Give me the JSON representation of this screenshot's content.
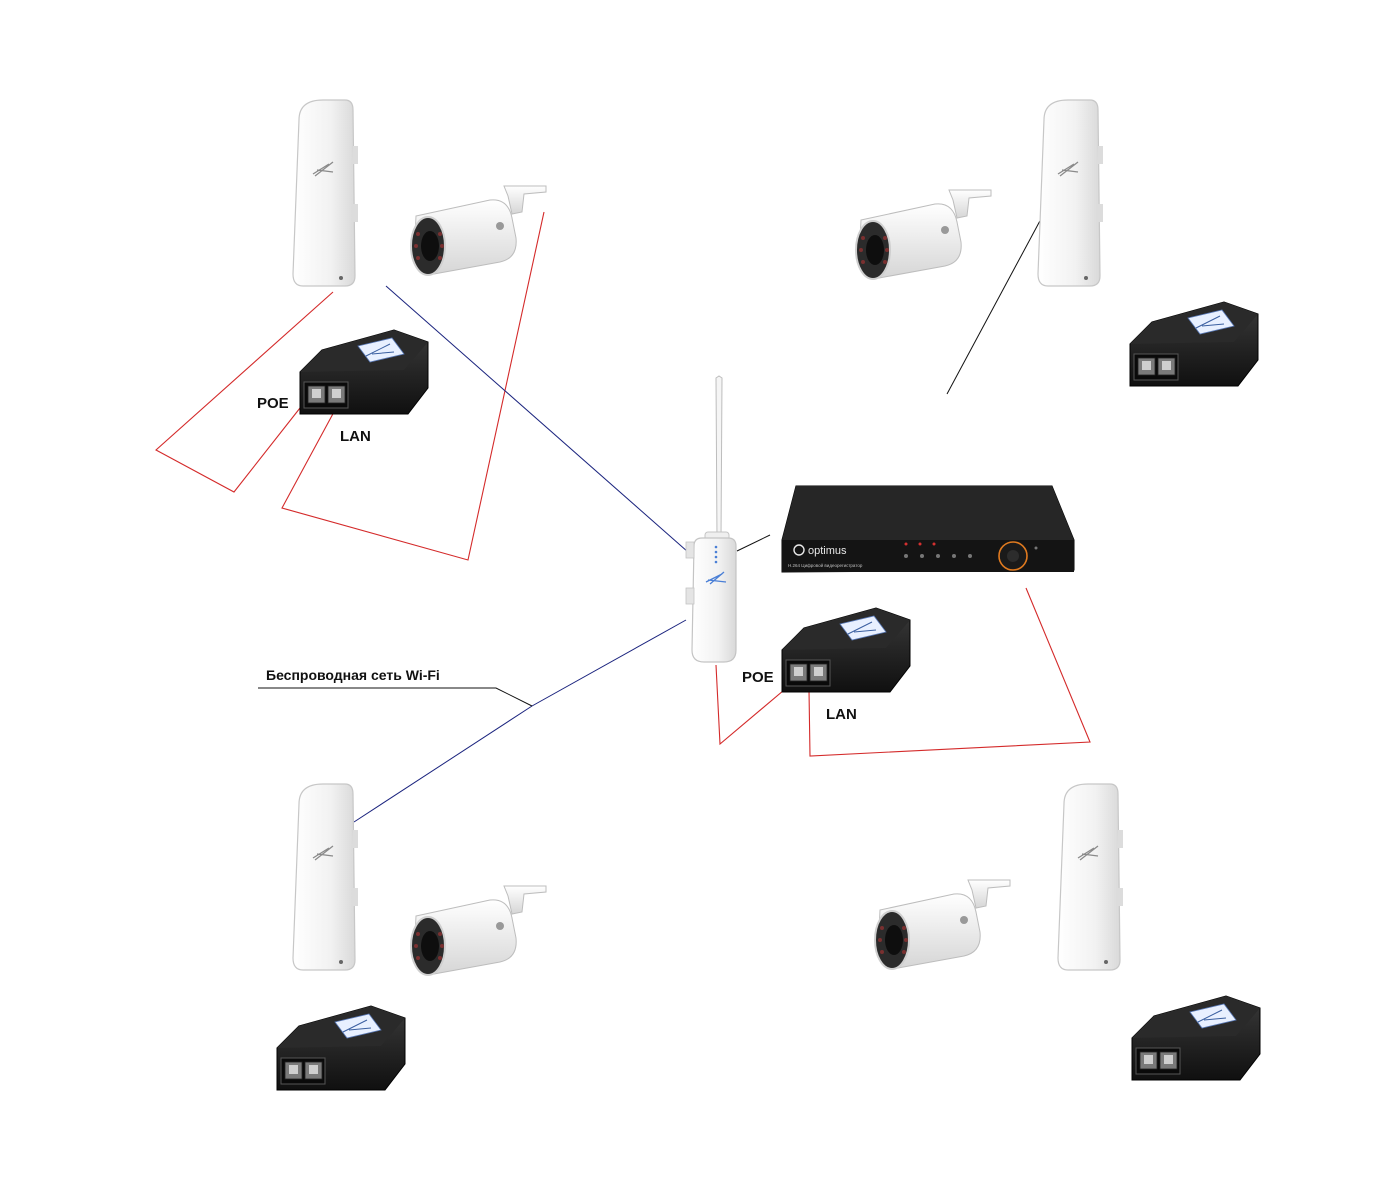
{
  "labels": {
    "poe_left": "POE",
    "lan_left": "LAN",
    "poe_center": "POE",
    "lan_center": "LAN",
    "wifi_network": "Беспроводная сеть Wi-Fi"
  },
  "nvr": {
    "brand": "optimus",
    "subtitle": "H.264 Цифровой видеорегистратор"
  },
  "colors": {
    "cable_lan": "#d42a2a",
    "wifi_link": "#1a237e",
    "leader_line": "#111111",
    "device_white": "#f4f4f4",
    "device_black": "#1b1b1b",
    "nvr_panel_accent": "#e07a1f"
  },
  "icons": [
    "ubiquiti-logo-icon",
    "optimus-logo-icon"
  ]
}
